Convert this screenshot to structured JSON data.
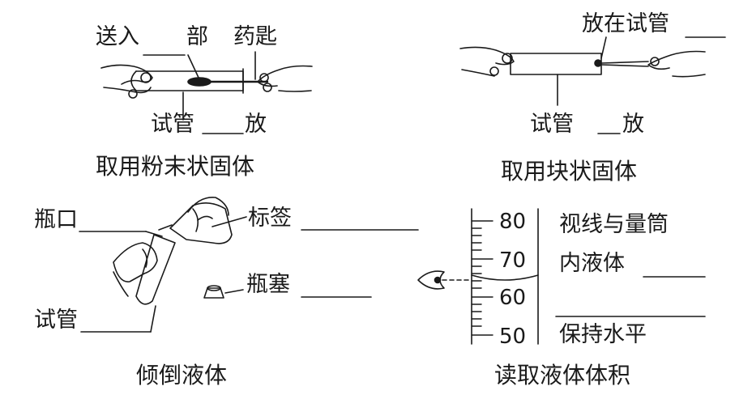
{
  "panels": {
    "powder": {
      "caption": "取用粉末状固体",
      "label_send": "送入",
      "label_send_suffix": "部",
      "label_spoon": "药匙",
      "label_tube": "试管",
      "label_tube_suffix": "放"
    },
    "block": {
      "caption": "取用块状固体",
      "label_place": "放在试管",
      "label_tube": "试管",
      "label_tube_suffix": "放"
    },
    "pour": {
      "caption": "倾倒液体",
      "label_mouth": "瓶口",
      "label_tag": "标签",
      "label_stopper": "瓶塞",
      "label_tube": "试管"
    },
    "read": {
      "caption": "读取液体体积",
      "sight_line_1": "视线与量筒",
      "sight_line_2": "内液体",
      "keep_level": "保持水平",
      "scale": [
        "80",
        "70",
        "60",
        "50"
      ]
    }
  },
  "colors": {
    "ink": "#1a1a1a",
    "background": "#ffffff"
  }
}
